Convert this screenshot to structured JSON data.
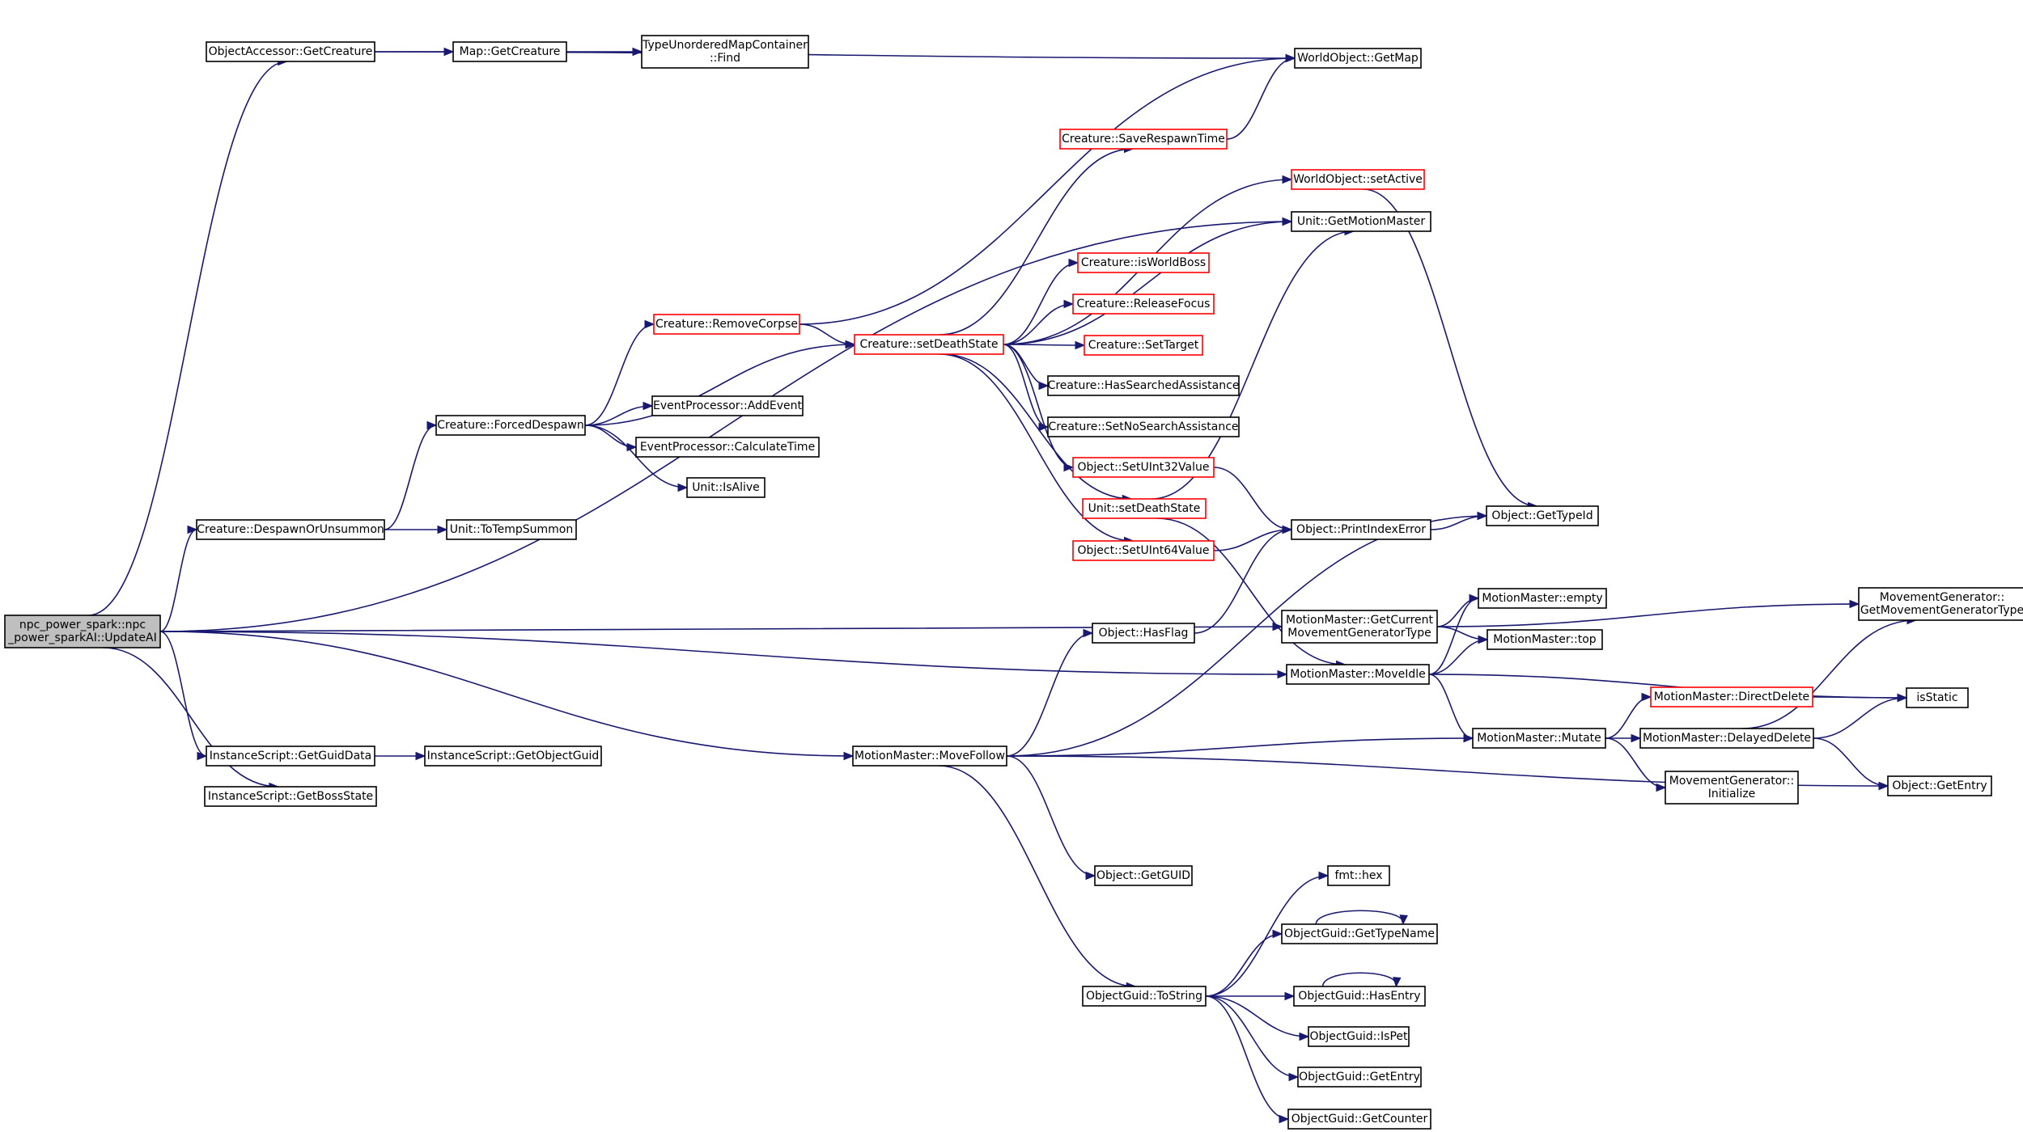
{
  "colors": {
    "edge": "#191970",
    "node_border": "#000000",
    "truncated_border": "#ff0000",
    "root_fill": "#bfbfbf",
    "node_fill": "#ffffff",
    "background": "#ffffff"
  },
  "nodes": [
    {
      "id": "root",
      "lines": [
        "npc_power_spark::npc",
        "_power_sparkAI::UpdateAI"
      ],
      "style": "root"
    },
    {
      "id": "oa_getcreature",
      "lines": [
        "ObjectAccessor::GetCreature"
      ],
      "style": "normal"
    },
    {
      "id": "map_getcreature",
      "lines": [
        "Map::GetCreature"
      ],
      "style": "normal"
    },
    {
      "id": "tumc_find",
      "lines": [
        "TypeUnorderedMapContainer",
        "::Find"
      ],
      "style": "normal"
    },
    {
      "id": "wo_getmap",
      "lines": [
        "WorldObject::GetMap"
      ],
      "style": "normal"
    },
    {
      "id": "c_saverespawn",
      "lines": [
        "Creature::SaveRespawnTime"
      ],
      "style": "truncated"
    },
    {
      "id": "wo_setactive",
      "lines": [
        "WorldObject::setActive"
      ],
      "style": "truncated"
    },
    {
      "id": "u_getmotionmaster",
      "lines": [
        "Unit::GetMotionMaster"
      ],
      "style": "normal"
    },
    {
      "id": "c_isworldboss",
      "lines": [
        "Creature::isWorldBoss"
      ],
      "style": "truncated"
    },
    {
      "id": "c_releasefocus",
      "lines": [
        "Creature::ReleaseFocus"
      ],
      "style": "truncated"
    },
    {
      "id": "c_removecorpse",
      "lines": [
        "Creature::RemoveCorpse"
      ],
      "style": "truncated"
    },
    {
      "id": "c_setdeathstate",
      "lines": [
        "Creature::setDeathState"
      ],
      "style": "truncated"
    },
    {
      "id": "c_settarget",
      "lines": [
        "Creature::SetTarget"
      ],
      "style": "truncated"
    },
    {
      "id": "c_hassearched",
      "lines": [
        "Creature::HasSearchedAssistance"
      ],
      "style": "normal"
    },
    {
      "id": "c_forceddespawn",
      "lines": [
        "Creature::ForcedDespawn"
      ],
      "style": "normal"
    },
    {
      "id": "ep_addevent",
      "lines": [
        "EventProcessor::AddEvent"
      ],
      "style": "normal"
    },
    {
      "id": "c_setnosearch",
      "lines": [
        "Creature::SetNoSearchAssistance"
      ],
      "style": "normal"
    },
    {
      "id": "ep_calctime",
      "lines": [
        "EventProcessor::CalculateTime"
      ],
      "style": "normal"
    },
    {
      "id": "o_setuint32",
      "lines": [
        "Object::SetUInt32Value"
      ],
      "style": "truncated"
    },
    {
      "id": "u_isalive",
      "lines": [
        "Unit::IsAlive"
      ],
      "style": "normal"
    },
    {
      "id": "u_setdeathstate",
      "lines": [
        "Unit::setDeathState"
      ],
      "style": "truncated"
    },
    {
      "id": "o_gettypeid",
      "lines": [
        "Object::GetTypeId"
      ],
      "style": "normal"
    },
    {
      "id": "c_despawnorunsummon",
      "lines": [
        "Creature::DespawnOrUnsummon"
      ],
      "style": "normal"
    },
    {
      "id": "u_totempsummon",
      "lines": [
        "Unit::ToTempSummon"
      ],
      "style": "normal"
    },
    {
      "id": "o_printindexerror",
      "lines": [
        "Object::PrintIndexError"
      ],
      "style": "normal"
    },
    {
      "id": "o_setuint64",
      "lines": [
        "Object::SetUInt64Value"
      ],
      "style": "truncated"
    },
    {
      "id": "mg_getmgtype",
      "lines": [
        "MovementGenerator::",
        "GetMovementGeneratorType"
      ],
      "style": "normal"
    },
    {
      "id": "mm_empty",
      "lines": [
        "MotionMaster::empty"
      ],
      "style": "normal"
    },
    {
      "id": "mm_getcurrent",
      "lines": [
        "MotionMaster::GetCurrent",
        "MovementGeneratorType"
      ],
      "style": "normal"
    },
    {
      "id": "o_hasflag",
      "lines": [
        "Object::HasFlag"
      ],
      "style": "normal"
    },
    {
      "id": "mm_top",
      "lines": [
        "MotionMaster::top"
      ],
      "style": "normal"
    },
    {
      "id": "mm_moveidle",
      "lines": [
        "MotionMaster::MoveIdle"
      ],
      "style": "normal"
    },
    {
      "id": "mm_directdelete",
      "lines": [
        "MotionMaster::DirectDelete"
      ],
      "style": "truncated"
    },
    {
      "id": "isstatic",
      "lines": [
        "isStatic"
      ],
      "style": "normal"
    },
    {
      "id": "mm_mutate",
      "lines": [
        "MotionMaster::Mutate"
      ],
      "style": "normal"
    },
    {
      "id": "mm_delayeddelete",
      "lines": [
        "MotionMaster::DelayedDelete"
      ],
      "style": "normal"
    },
    {
      "id": "is_getguiddata",
      "lines": [
        "InstanceScript::GetGuidData"
      ],
      "style": "normal"
    },
    {
      "id": "is_getobjectguid",
      "lines": [
        "InstanceScript::GetObjectGuid"
      ],
      "style": "normal"
    },
    {
      "id": "mm_movefollow",
      "lines": [
        "MotionMaster::MoveFollow"
      ],
      "style": "normal"
    },
    {
      "id": "o_getentry",
      "lines": [
        "Object::GetEntry"
      ],
      "style": "normal"
    },
    {
      "id": "is_getbossstate",
      "lines": [
        "InstanceScript::GetBossState"
      ],
      "style": "normal"
    },
    {
      "id": "mg_initialize",
      "lines": [
        "MovementGenerator::",
        "Initialize"
      ],
      "style": "normal"
    },
    {
      "id": "o_getguid",
      "lines": [
        "Object::GetGUID"
      ],
      "style": "normal"
    },
    {
      "id": "fmt_hex",
      "lines": [
        "fmt::hex"
      ],
      "style": "normal"
    },
    {
      "id": "og_gettypename",
      "lines": [
        "ObjectGuid::GetTypeName"
      ],
      "style": "normal"
    },
    {
      "id": "og_tostring",
      "lines": [
        "ObjectGuid::ToString"
      ],
      "style": "normal"
    },
    {
      "id": "og_hasentry",
      "lines": [
        "ObjectGuid::HasEntry"
      ],
      "style": "normal"
    },
    {
      "id": "og_ispet",
      "lines": [
        "ObjectGuid::IsPet"
      ],
      "style": "normal"
    },
    {
      "id": "og_getentry",
      "lines": [
        "ObjectGuid::GetEntry"
      ],
      "style": "normal"
    },
    {
      "id": "og_getcounter",
      "lines": [
        "ObjectGuid::GetCounter"
      ],
      "style": "normal"
    }
  ],
  "edges": [
    [
      "root",
      "oa_getcreature"
    ],
    [
      "root",
      "u_getmotionmaster"
    ],
    [
      "root",
      "c_despawnorunsummon"
    ],
    [
      "root",
      "mm_getcurrent"
    ],
    [
      "root",
      "mm_moveidle"
    ],
    [
      "root",
      "mm_movefollow"
    ],
    [
      "root",
      "is_getguiddata"
    ],
    [
      "root",
      "is_getbossstate"
    ],
    [
      "oa_getcreature",
      "map_getcreature"
    ],
    [
      "oa_getcreature",
      "wo_getmap"
    ],
    [
      "map_getcreature",
      "tumc_find"
    ],
    [
      "c_despawnorunsummon",
      "c_forceddespawn"
    ],
    [
      "c_despawnorunsummon",
      "u_totempsummon"
    ],
    [
      "c_forceddespawn",
      "c_removecorpse"
    ],
    [
      "c_forceddespawn",
      "c_setdeathstate"
    ],
    [
      "c_forceddespawn",
      "ep_addevent"
    ],
    [
      "c_forceddespawn",
      "ep_calctime"
    ],
    [
      "c_forceddespawn",
      "u_isalive"
    ],
    [
      "c_removecorpse",
      "wo_getmap"
    ],
    [
      "c_removecorpse",
      "c_setdeathstate"
    ],
    [
      "c_saverespawn",
      "wo_getmap"
    ],
    [
      "c_setdeathstate",
      "c_saverespawn"
    ],
    [
      "c_setdeathstate",
      "wo_setactive"
    ],
    [
      "c_setdeathstate",
      "u_getmotionmaster"
    ],
    [
      "c_setdeathstate",
      "c_isworldboss"
    ],
    [
      "c_setdeathstate",
      "c_releasefocus"
    ],
    [
      "c_setdeathstate",
      "c_settarget"
    ],
    [
      "c_setdeathstate",
      "c_hassearched"
    ],
    [
      "c_setdeathstate",
      "c_setnosearch"
    ],
    [
      "c_setdeathstate",
      "o_setuint32"
    ],
    [
      "c_setdeathstate",
      "u_setdeathstate"
    ],
    [
      "c_setdeathstate",
      "o_setuint64"
    ],
    [
      "wo_setactive",
      "o_gettypeid"
    ],
    [
      "o_setuint32",
      "o_printindexerror"
    ],
    [
      "u_setdeathstate",
      "u_getmotionmaster"
    ],
    [
      "u_setdeathstate",
      "mm_moveidle"
    ],
    [
      "o_setuint64",
      "o_printindexerror"
    ],
    [
      "o_printindexerror",
      "o_gettypeid"
    ],
    [
      "o_hasflag",
      "o_printindexerror"
    ],
    [
      "mm_getcurrent",
      "mg_getmgtype"
    ],
    [
      "mm_getcurrent",
      "mm_empty"
    ],
    [
      "mm_getcurrent",
      "mm_top"
    ],
    [
      "mm_moveidle",
      "mm_empty"
    ],
    [
      "mm_moveidle",
      "mm_top"
    ],
    [
      "mm_moveidle",
      "isstatic"
    ],
    [
      "mm_moveidle",
      "mm_mutate"
    ],
    [
      "mm_mutate",
      "mm_directdelete"
    ],
    [
      "mm_mutate",
      "mm_delayeddelete"
    ],
    [
      "mm_mutate",
      "mg_initialize"
    ],
    [
      "mm_directdelete",
      "isstatic"
    ],
    [
      "mm_delayeddelete",
      "mg_getmgtype"
    ],
    [
      "mm_delayeddelete",
      "isstatic"
    ],
    [
      "mm_delayeddelete",
      "o_getentry"
    ],
    [
      "is_getguiddata",
      "is_getobjectguid"
    ],
    [
      "mm_movefollow",
      "o_hasflag"
    ],
    [
      "mm_movefollow",
      "o_gettypeid"
    ],
    [
      "mm_movefollow",
      "mm_mutate"
    ],
    [
      "mm_movefollow",
      "o_getentry"
    ],
    [
      "mm_movefollow",
      "o_getguid"
    ],
    [
      "mm_movefollow",
      "og_tostring"
    ],
    [
      "og_tostring",
      "fmt_hex"
    ],
    [
      "og_tostring",
      "og_gettypename"
    ],
    [
      "og_tostring",
      "og_hasentry"
    ],
    [
      "og_tostring",
      "og_ispet"
    ],
    [
      "og_tostring",
      "og_getentry"
    ],
    [
      "og_tostring",
      "og_getcounter"
    ],
    [
      "og_gettypename",
      "og_gettypename"
    ],
    [
      "og_hasentry",
      "og_hasentry"
    ]
  ]
}
